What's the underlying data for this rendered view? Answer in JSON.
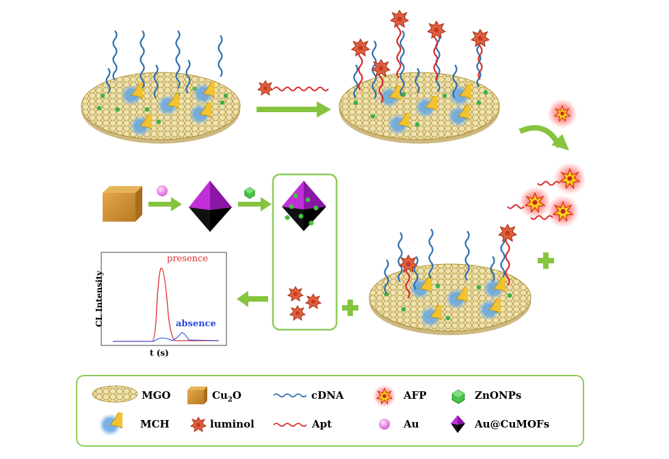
{
  "plot": {
    "ylabel": "CL Intensity",
    "xlabel": "t (s)",
    "presence": "presence",
    "absence": "absence"
  },
  "legend": {
    "mgo": "MGO",
    "cu2o_base": "Cu",
    "cu2o_sub": "2",
    "cu2o_tail": "O",
    "cdna": "cDNA",
    "afp": "AFP",
    "znonps": "ZnONPs",
    "mch": "MCH",
    "luminol": "luminol",
    "apt": "Apt",
    "au": "Au",
    "aucumofs": "Au@CuMOFs"
  },
  "colors": {
    "cdna": "#2f6fb0",
    "apt": "#d82c2c",
    "arrow": "#86c440",
    "mgo_fill": "#e8d9a6",
    "mgo_line": "#b59a3c",
    "cu2o": "#c98a2c",
    "octa": "#a020c0",
    "zn": "#44c044",
    "afp": "#f2d21a",
    "glow": "#ff4b4b",
    "luminol": "#e05a3a",
    "au": "#e97de6",
    "box_border": "#8ccc5a"
  },
  "icons": [
    "mgo-disk-icon",
    "cu2o-cube-icon",
    "cdna-strand-icon",
    "afp-star-icon",
    "znonps-icon",
    "mch-icon",
    "luminol-icon",
    "apt-strand-icon",
    "au-sphere-icon",
    "aucumofs-octahedron-icon"
  ]
}
